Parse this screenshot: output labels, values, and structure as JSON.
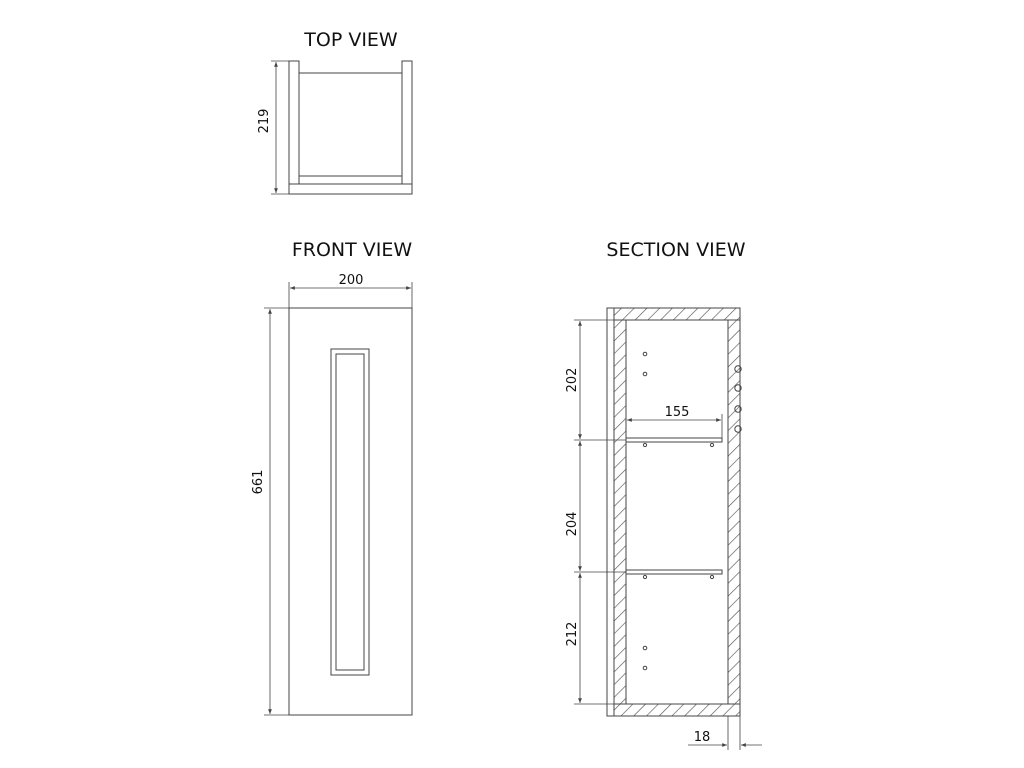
{
  "views": {
    "top": {
      "title": "TOP VIEW"
    },
    "front": {
      "title": "FRONT VIEW"
    },
    "section": {
      "title": "SECTION VIEW"
    }
  },
  "dimensions": {
    "top_depth": "219",
    "front_width": "200",
    "front_height": "661",
    "section_top": "202",
    "section_middle": "204",
    "section_bottom": "212",
    "shelf_depth": "155",
    "wall_thickness": "18"
  },
  "colors": {
    "line": "#444444",
    "hatch": "#555555",
    "text": "#111111"
  }
}
